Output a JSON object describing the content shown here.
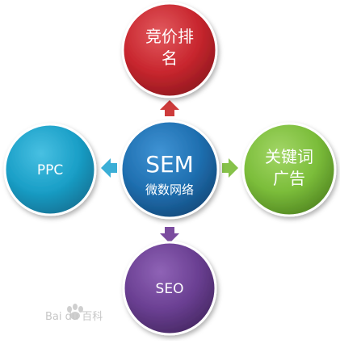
{
  "nodes": {
    "center": {
      "title": "SEM",
      "subtitle": "微数网络",
      "color": "#1f6fb0"
    },
    "top": {
      "line1": "竞价排",
      "line2": "名",
      "color": "#c8262e"
    },
    "left": {
      "label": "PPC",
      "color": "#1a9fc7"
    },
    "right": {
      "line1": "关键词",
      "line2": "广告",
      "color": "#7bbd3a"
    },
    "bottom": {
      "label": "SEO",
      "color": "#6a3f92"
    }
  },
  "arrows": {
    "up_color": "#cd3b3b",
    "left_color": "#3aaed6",
    "right_color": "#86c24a",
    "down_color": "#7b4c9f"
  },
  "watermark": {
    "text": "Bai du 百科"
  }
}
